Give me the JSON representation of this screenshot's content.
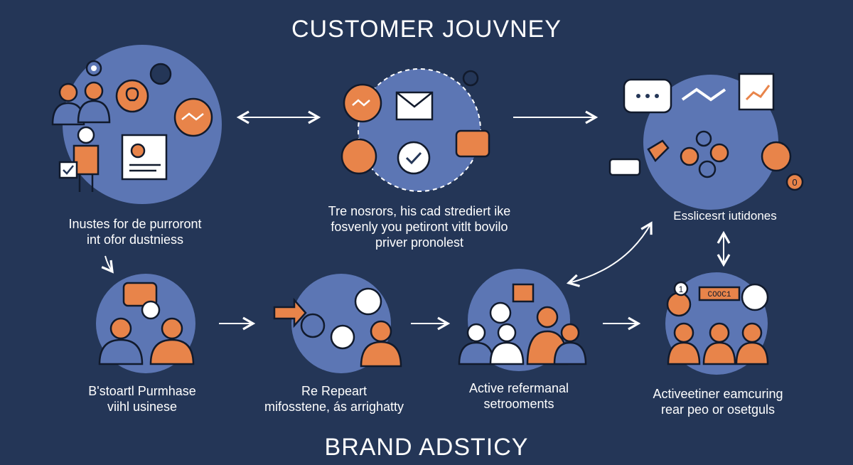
{
  "titles": {
    "top": "CUSTOMER JOUVNEY",
    "bottom": "BRAND ADSTICY"
  },
  "captions": {
    "step1": [
      "Inustes for de purroront",
      "int ofor dustniess"
    ],
    "step2": [
      "Tre nosrors, his cad strediert ike",
      "fosvenly you petiront vitlt  bovilo",
      "priver pronolest"
    ],
    "step3": [
      "Esslicesrt iutidones"
    ],
    "step4": [
      "B'stoartl Purmhase",
      "viihl usinese"
    ],
    "step5": [
      "Re Repeart",
      "mifosstene, ás arrighatty"
    ],
    "step6": [
      "Active refermanal",
      "setrooments"
    ],
    "step7": [
      "Activeetiner eamcuring",
      "rear peo or osetguls"
    ]
  },
  "badges": {
    "code": "COOC1",
    "one": "1",
    "zero": "0"
  },
  "colors": {
    "background": "#243657",
    "circle": "#5c76b4",
    "accent": "#e8844a",
    "outline": "#111a2c",
    "arrow": "#ffffff"
  }
}
